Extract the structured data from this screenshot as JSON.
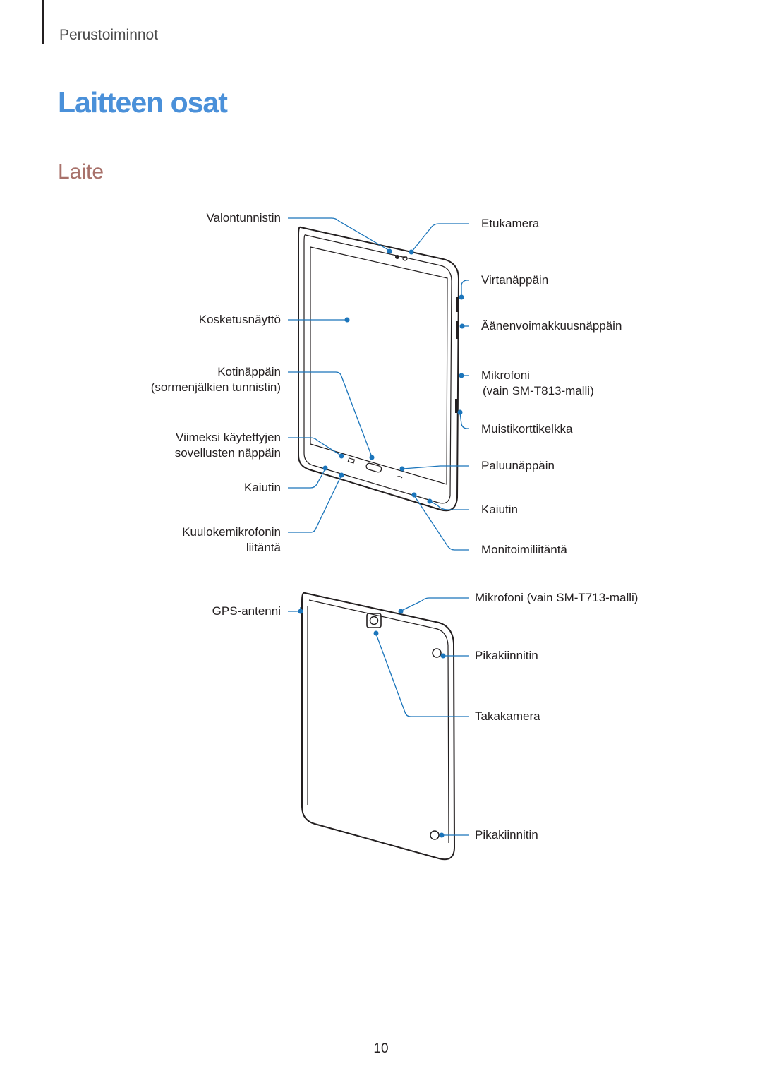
{
  "header": {
    "section": "Perustoiminnot"
  },
  "title": "Laitteen osat",
  "subtitle": "Laite",
  "front_labels": {
    "light_sensor": "Valontunnistin",
    "front_camera": "Etukamera",
    "power_key": "Virtanäppäin",
    "touchscreen": "Kosketusnäyttö",
    "volume_key": "Äänenvoimakkuusnäppäin",
    "home_key_line1": "Kotinäppäin",
    "home_key_line2": "(sormenjälkien tunnistin)",
    "microphone_line1": "Mikrofoni",
    "microphone_line2": "(vain SM-T813-malli)",
    "memory_card_tray": "Muistikorttikelkka",
    "recent_apps_line1": "Viimeksi käytettyjen",
    "recent_apps_line2": "sovellusten näppäin",
    "back_key": "Paluunäppäin",
    "speaker_left": "Kaiutin",
    "speaker_right": "Kaiutin",
    "earphone_jack_line1": "Kuulokemikrofonin",
    "earphone_jack_line2": "liitäntä",
    "multipurpose_jack": "Monitoimiliitäntä"
  },
  "back_labels": {
    "microphone": "Mikrofoni (vain SM-T713-malli)",
    "gps_antenna": "GPS-antenni",
    "pogo_top": "Pikakiinnitin",
    "rear_camera": "Takakamera",
    "pogo_bottom": "Pikakiinnitin"
  },
  "colors": {
    "title": "#4a90d9",
    "subtitle": "#a8716a",
    "callout": "#1b75bb"
  },
  "page_number": "10"
}
